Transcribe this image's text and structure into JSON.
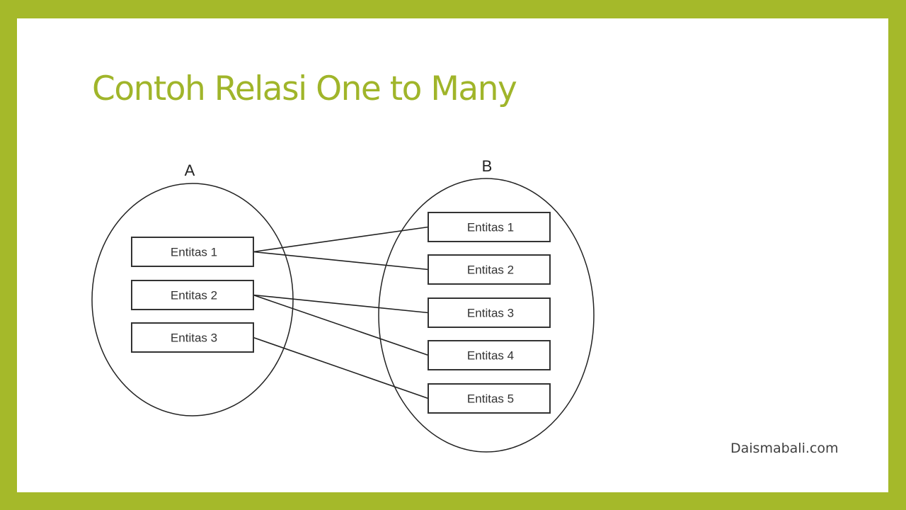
{
  "slide": {
    "title": "Contoh Relasi One to Many",
    "footer": "Daismabali.com",
    "colors": {
      "accent": "#a5b92a",
      "title": "#a0b52a"
    }
  },
  "diagram": {
    "set_a": {
      "label": "A",
      "entities": [
        "Entitas 1",
        "Entitas 2",
        "Entitas 3"
      ]
    },
    "set_b": {
      "label": "B",
      "entities": [
        "Entitas 1",
        "Entitas 2",
        "Entitas 3",
        "Entitas 4",
        "Entitas 5"
      ]
    },
    "relations": [
      {
        "from": 0,
        "to": 0
      },
      {
        "from": 0,
        "to": 1
      },
      {
        "from": 1,
        "to": 2
      },
      {
        "from": 1,
        "to": 3
      },
      {
        "from": 2,
        "to": 4
      }
    ]
  }
}
